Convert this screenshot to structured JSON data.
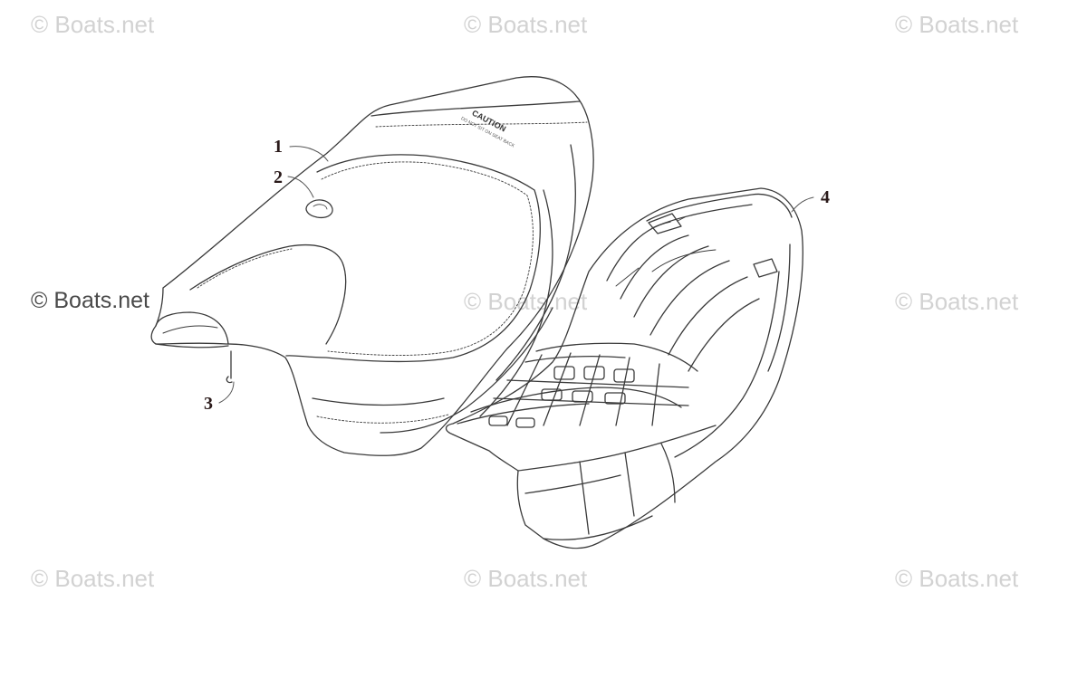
{
  "watermark": {
    "text": "© Boats.net",
    "featured_text": "© Boats.net"
  },
  "callouts": {
    "c1": "1",
    "c2": "2",
    "c3": "3",
    "c4": "4"
  },
  "seat_label": {
    "warning_title": "CAUTION",
    "warning_line": "DO NOT SIT ON SEAT BACK"
  },
  "colors": {
    "line": "#3a3a3a",
    "leader": "#555555",
    "watermark": "#d2d2d2"
  }
}
